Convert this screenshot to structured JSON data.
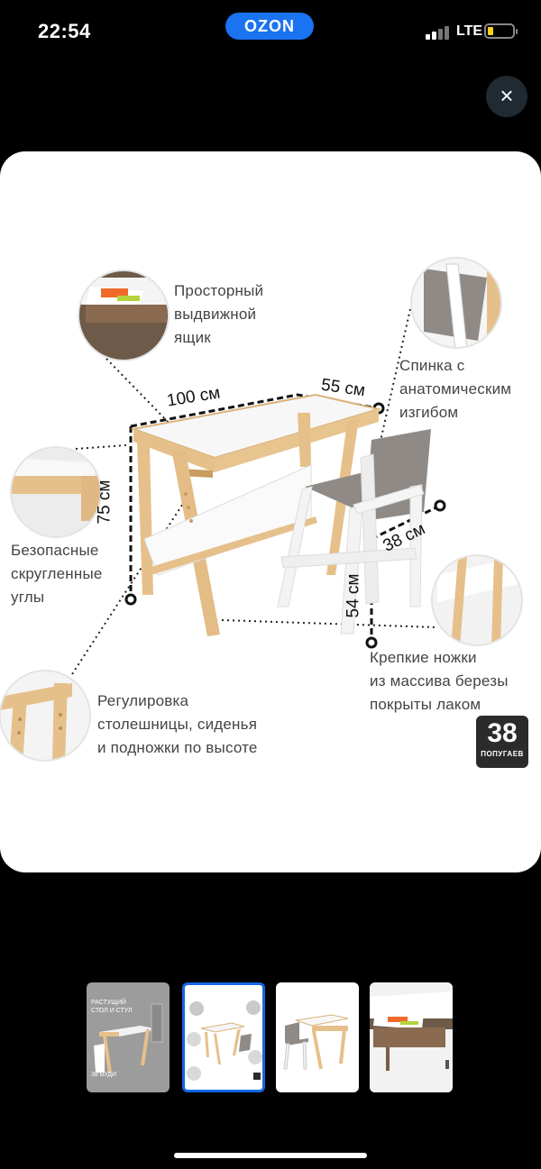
{
  "status_bar": {
    "time": "22:54",
    "brand": "OZON",
    "network": "LTE",
    "battery_level": 0.2
  },
  "close_icon": "×",
  "card": {
    "labels": {
      "drawer": [
        "Просторный",
        "выдвижной",
        "ящик"
      ],
      "backrest": [
        "Спинка с",
        "анатомическим",
        "изгибом"
      ],
      "corners": [
        "Безопасные",
        "скругленные",
        "углы"
      ],
      "legs": [
        "Крепкие ножки",
        "из массива березы",
        "покрыты лаком"
      ],
      "height_adjust": [
        "Регулировка",
        "столешницы, сиденья",
        "и подножки по высоте"
      ]
    },
    "dimensions": {
      "width": "100 см",
      "depth": "55 см",
      "height": "75 см",
      "chair_depth": "38 см",
      "chair_height": "54 см"
    },
    "badge": {
      "number": "38",
      "text": "ПОПУГАЕВ"
    }
  },
  "thumbnails": [
    {
      "title": "РАСТУЩИЙ СТОЛ И СТУЛ",
      "brand": "38 ВУДИ",
      "active": false
    },
    {
      "title": "",
      "active": true
    },
    {
      "title": "",
      "active": false
    },
    {
      "title": "",
      "active": false
    }
  ],
  "colors": {
    "wood": "#e6c08b",
    "wood_dark": "#c99c5f",
    "seat_grey": "#8f8a86",
    "ozon_blue": "#1a73f0",
    "active_thumb": "#1467e6"
  }
}
